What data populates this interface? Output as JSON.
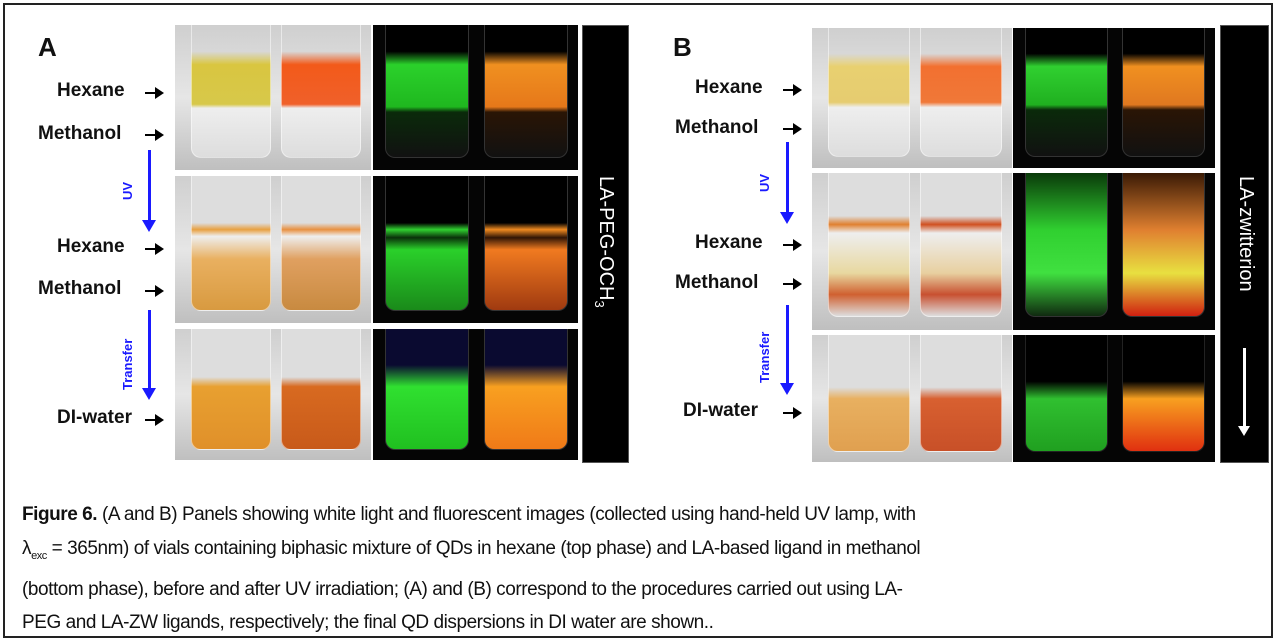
{
  "panel_a": {
    "label": "A",
    "side_label": "LA-PEG-OCH",
    "side_sub": "3",
    "labels": {
      "hexane1": "Hexane",
      "methanol1": "Methanol",
      "uv": "UV",
      "hexane2": "Hexane",
      "methanol2": "Methanol",
      "transfer": "Transfer",
      "water": "DI-water"
    }
  },
  "panel_b": {
    "label": "B",
    "side_label": "LA-zwitterion",
    "labels": {
      "hexane1": "Hexane",
      "methanol1": "Methanol",
      "uv": "UV",
      "hexane2": "Hexane",
      "methanol2": "Methanol",
      "transfer": "Transfer",
      "water": "DI-water"
    }
  },
  "caption": {
    "title": "Figure 6.",
    "line1": " (A and B) Panels showing white light and fluorescent images (collected using hand-held UV lamp, with",
    "lambda": "λ",
    "lambda_sub": "exc",
    "line2": " = 365nm) of vials containing biphasic mixture of QDs in hexane (top phase) and LA-based ligand in methanol",
    "line3": "(bottom phase), before and after UV irradiation; (A) and (B) correspond to the procedures carried out using LA-",
    "line4": "PEG and LA-ZW ligands, respectively; the final QD dispersions in DI water are shown.."
  }
}
